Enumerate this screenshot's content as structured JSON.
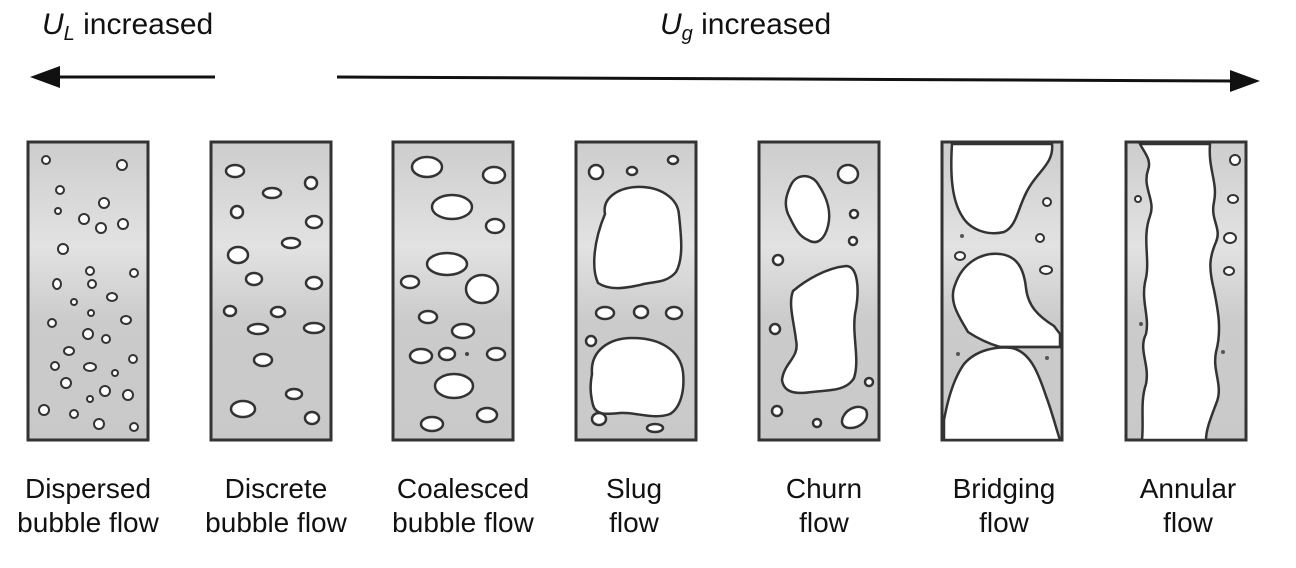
{
  "header": {
    "left_var": "U",
    "left_sub": "L",
    "left_text": " increased",
    "right_var": "U",
    "right_sub": "g",
    "right_text": " increased"
  },
  "regimes": [
    {
      "line1": "Dispersed",
      "line2": "bubble flow"
    },
    {
      "line1": "Discrete",
      "line2": "bubble flow"
    },
    {
      "line1": "Coalesced",
      "line2": "bubble flow"
    },
    {
      "line1": "Slug",
      "line2": "flow"
    },
    {
      "line1": "Churn",
      "line2": "flow"
    },
    {
      "line1": "Bridging",
      "line2": "flow"
    },
    {
      "line1": "Annular",
      "line2": "flow"
    }
  ],
  "colors": {
    "tube_fill": "#cfcfcf",
    "outline": "#333333",
    "gas": "#ffffff"
  }
}
